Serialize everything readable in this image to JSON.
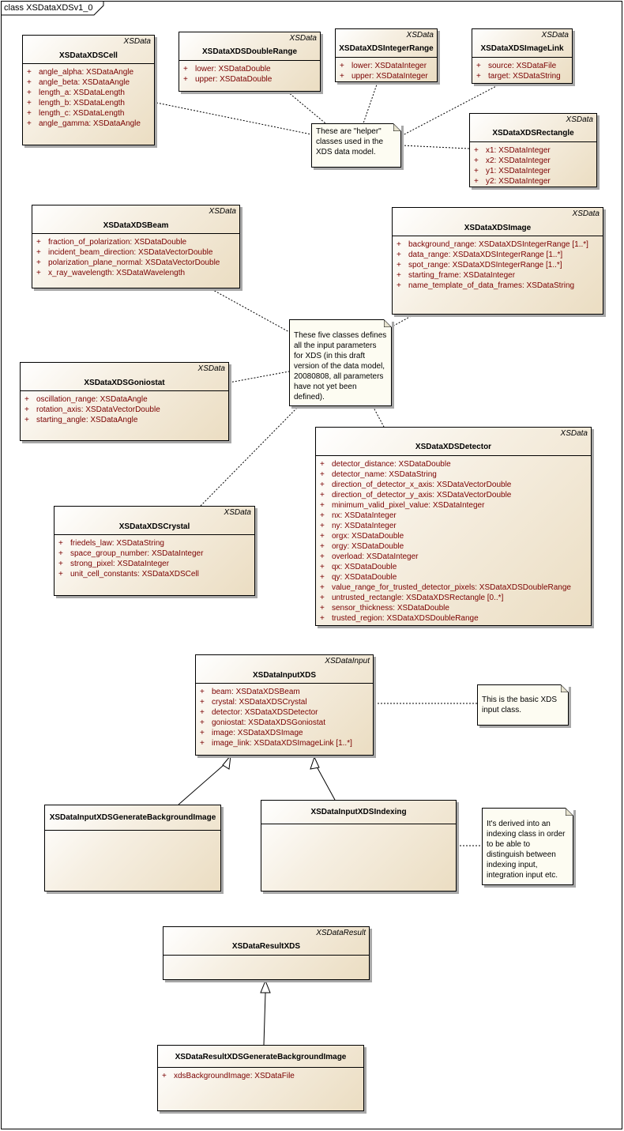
{
  "frame": {
    "title": "class XSDataXDSv1_0"
  },
  "classes": {
    "cell": {
      "stereotype": "XSData",
      "name": "XSDataXDSCell",
      "attrs": [
        {
          "plus": "+",
          "text": "angle_alpha:  XSDataAngle"
        },
        {
          "plus": "+",
          "text": "angle_beta:  XSDataAngle"
        },
        {
          "plus": "+",
          "text": "length_a:  XSDataLength"
        },
        {
          "plus": "+",
          "text": "length_b:  XSDataLength"
        },
        {
          "plus": "+",
          "text": "length_c:  XSDataLength"
        },
        {
          "plus": "+",
          "text": "angle_gamma:  XSDataAngle"
        }
      ]
    },
    "doubleRange": {
      "stereotype": "XSData",
      "name": "XSDataXDSDoubleRange",
      "attrs": [
        {
          "plus": "+",
          "text": "lower:  XSDataDouble"
        },
        {
          "plus": "+",
          "text": "upper:  XSDataDouble"
        }
      ]
    },
    "integerRange": {
      "stereotype": "XSData",
      "name": "XSDataXDSIntegerRange",
      "attrs": [
        {
          "plus": "+",
          "text": "lower:  XSDataInteger"
        },
        {
          "plus": "+",
          "text": "upper:  XSDataInteger"
        }
      ]
    },
    "imageLink": {
      "stereotype": "XSData",
      "name": "XSDataXDSImageLink",
      "attrs": [
        {
          "plus": "+",
          "text": "source:  XSDataFile"
        },
        {
          "plus": "+",
          "text": "target:  XSDataString"
        }
      ]
    },
    "rectangle": {
      "stereotype": "XSData",
      "name": "XSDataXDSRectangle",
      "attrs": [
        {
          "plus": "+",
          "text": "x1:  XSDataInteger"
        },
        {
          "plus": "+",
          "text": "x2:  XSDataInteger"
        },
        {
          "plus": "+",
          "text": "y1:  XSDataInteger"
        },
        {
          "plus": "+",
          "text": "y2:  XSDataInteger"
        }
      ]
    },
    "beam": {
      "stereotype": "XSData",
      "name": "XSDataXDSBeam",
      "attrs": [
        {
          "plus": "+",
          "text": "fraction_of_polarization:  XSDataDouble"
        },
        {
          "plus": "+",
          "text": "incident_beam_direction:  XSDataVectorDouble"
        },
        {
          "plus": "+",
          "text": "polarization_plane_normal:  XSDataVectorDouble"
        },
        {
          "plus": "+",
          "text": "x_ray_wavelength:  XSDataWavelength"
        }
      ]
    },
    "image": {
      "stereotype": "XSData",
      "name": "XSDataXDSImage",
      "attrs": [
        {
          "plus": "+",
          "text": "background_range:  XSDataXDSIntegerRange [1..*]"
        },
        {
          "plus": "+",
          "text": "data_range:  XSDataXDSIntegerRange [1..*]"
        },
        {
          "plus": "+",
          "text": "spot_range:  XSDataXDSIntegerRange [1..*]"
        },
        {
          "plus": "+",
          "text": "starting_frame:  XSDataInteger"
        },
        {
          "plus": "+",
          "text": "name_template_of_data_frames:  XSDataString"
        }
      ]
    },
    "goniostat": {
      "stereotype": "XSData",
      "name": "XSDataXDSGoniostat",
      "attrs": [
        {
          "plus": "+",
          "text": "oscillation_range:  XSDataAngle"
        },
        {
          "plus": "+",
          "text": "rotation_axis:  XSDataVectorDouble"
        },
        {
          "plus": "+",
          "text": "starting_angle:  XSDataAngle"
        }
      ]
    },
    "detector": {
      "stereotype": "XSData",
      "name": "XSDataXDSDetector",
      "attrs": [
        {
          "plus": "+",
          "text": "detector_distance:  XSDataDouble"
        },
        {
          "plus": "+",
          "text": "detector_name:  XSDataString"
        },
        {
          "plus": "+",
          "text": "direction_of_detector_x_axis:  XSDataVectorDouble"
        },
        {
          "plus": "+",
          "text": "direction_of_detector_y_axis:  XSDataVectorDouble"
        },
        {
          "plus": "+",
          "text": "minimum_valid_pixel_value:  XSDataInteger"
        },
        {
          "plus": "+",
          "text": "nx:  XSDataInteger"
        },
        {
          "plus": "+",
          "text": "ny:  XSDataInteger"
        },
        {
          "plus": "+",
          "text": "orgx:  XSDataDouble"
        },
        {
          "plus": "+",
          "text": "orgy:  XSDataDouble"
        },
        {
          "plus": "+",
          "text": "overload:  XSDataInteger"
        },
        {
          "plus": "+",
          "text": "qx:  XSDataDouble"
        },
        {
          "plus": "+",
          "text": "qy:  XSDataDouble"
        },
        {
          "plus": "+",
          "text": "value_range_for_trusted_detector_pixels:  XSDataXDSDoubleRange"
        },
        {
          "plus": "+",
          "text": "untrusted_rectangle:  XSDataXDSRectangle [0..*]"
        },
        {
          "plus": "+",
          "text": "sensor_thickness:  XSDataDouble"
        },
        {
          "plus": "+",
          "text": "trusted_region:  XSDataXDSDoubleRange"
        }
      ]
    },
    "crystal": {
      "stereotype": "XSData",
      "name": "XSDataXDSCrystal",
      "attrs": [
        {
          "plus": "+",
          "text": "friedels_law:  XSDataString"
        },
        {
          "plus": "+",
          "text": "space_group_number:  XSDataInteger"
        },
        {
          "plus": "+",
          "text": "strong_pixel:  XSDataInteger"
        },
        {
          "plus": "+",
          "text": "unit_cell_constants:  XSDataXDSCell"
        }
      ]
    },
    "inputXDS": {
      "stereotype": "XSDataInput",
      "name": "XSDataInputXDS",
      "attrs": [
        {
          "plus": "+",
          "text": "beam:  XSDataXDSBeam"
        },
        {
          "plus": "+",
          "text": "crystal:  XSDataXDSCrystal"
        },
        {
          "plus": "+",
          "text": "detector:  XSDataXDSDetector"
        },
        {
          "plus": "+",
          "text": "goniostat:  XSDataXDSGoniostat"
        },
        {
          "plus": "+",
          "text": "image:  XSDataXDSImage"
        },
        {
          "plus": "+",
          "text": "image_link:  XSDataXDSImageLink [1..*]"
        }
      ]
    },
    "inputGenBg": {
      "stereotype": "",
      "name": "XSDataInputXDSGenerateBackgroundImage",
      "attrs": []
    },
    "inputIndexing": {
      "stereotype": "",
      "name": "XSDataInputXDSIndexing",
      "attrs": []
    },
    "resultXDS": {
      "stereotype": "XSDataResult",
      "name": "XSDataResultXDS",
      "attrs": []
    },
    "resultGenBg": {
      "stereotype": "",
      "name": "XSDataResultXDSGenerateBackgroundImage",
      "attrs": [
        {
          "plus": "+",
          "text": "xdsBackgroundImage:  XSDataFile"
        }
      ]
    }
  },
  "notes": {
    "helper": [
      "These are \"helper\"",
      "classes used in the",
      "XDS data model."
    ],
    "five": [
      "These five classes defines",
      "all the input parameters",
      "for XDS (in this draft",
      "version of the data model,",
      "20080808, all parameters",
      "have not yet been",
      "defined)."
    ],
    "basic": [
      "This is the basic XDS",
      "input class."
    ],
    "derived": [
      "It's derived into an",
      "indexing class in order",
      "to be able to",
      "distinguish between",
      "indexing input,",
      "integration input etc."
    ]
  }
}
